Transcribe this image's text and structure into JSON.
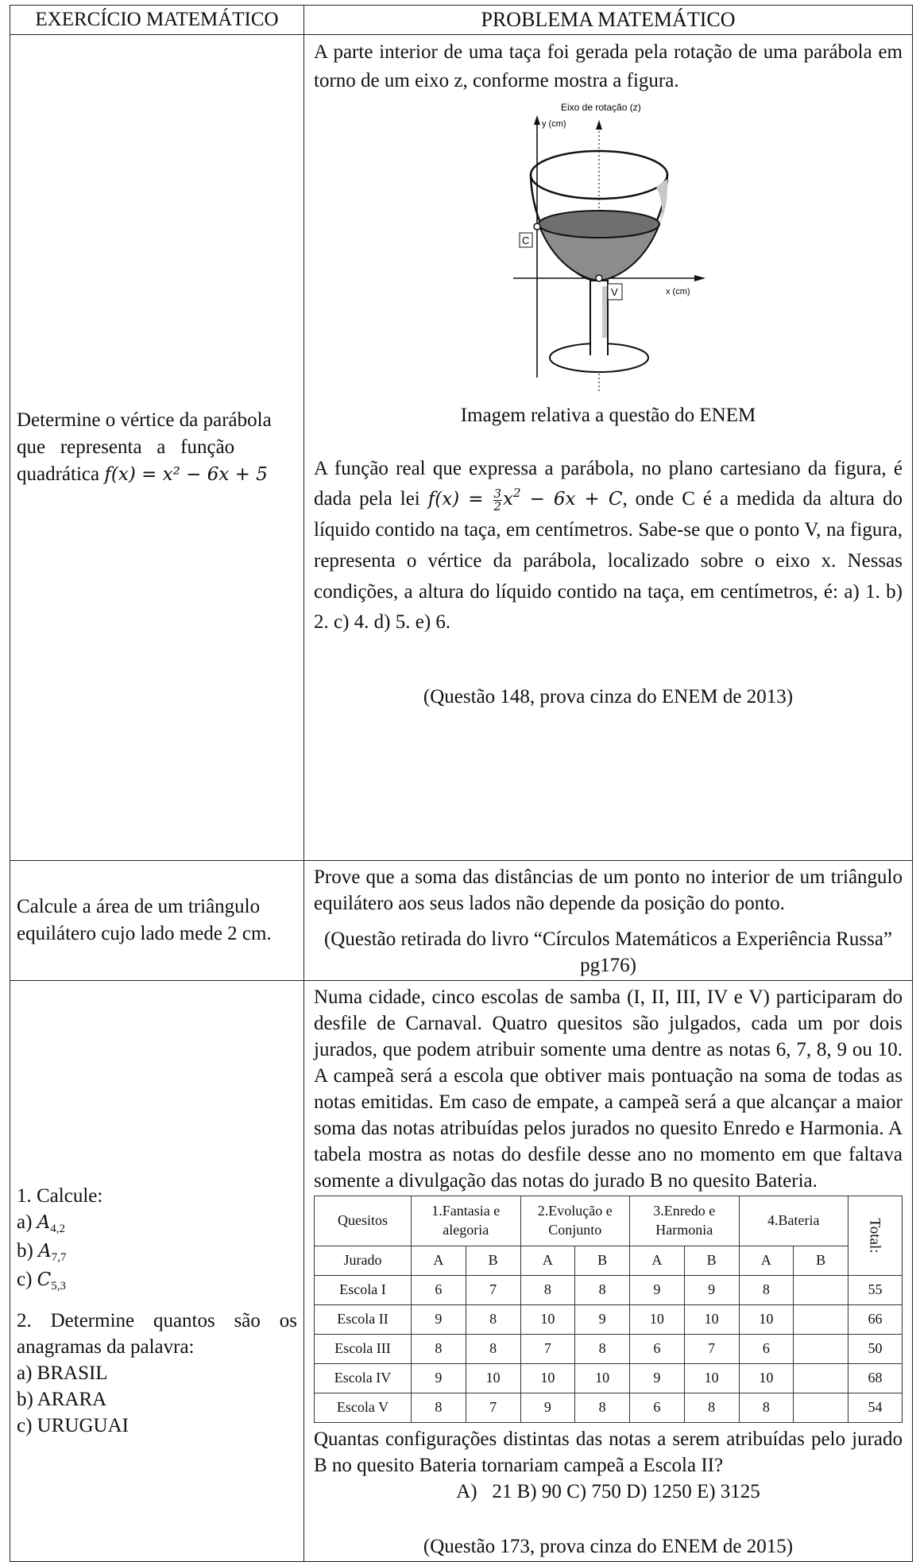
{
  "header": {
    "left": "EXERCÍCIO MATEMÁTICO",
    "right": "PROBLEMA MATEMÁTICO"
  },
  "row1": {
    "left_line1": "Determine o vértice da parábola",
    "left_line2": "que   representa   a   função",
    "left_line3_prefix": "quadrática ",
    "left_formula": "f(x) = x² − 6x + 5",
    "intro": "A parte interior de uma taça foi gerada pela rotação de uma parábola em torno de um eixo z, conforme mostra a figura.",
    "figure": {
      "axis_z_label": "Eixo de rotação (z)",
      "y_label": "y (cm)",
      "x_label": "x (cm)",
      "point_c": "C",
      "point_v": "V"
    },
    "caption": "Imagem relativa a questão do ENEM",
    "text_a": "A função real que expressa a parábola, no plano cartesiano da figura, é dada pela lei ",
    "formula": "f(x) = 3/2 x² − 6x + C",
    "text_b": ", onde C é a medida da altura do líquido contido na taça, em centímetros. Sabe-se que o ponto V, na figura, representa o vértice da parábola, localizado sobre o eixo x. Nessas condições, a altura do líquido contido na taça, em centímetros, é:  a) 1.  b) 2.  c) 4.  d) 5.  e) 6.",
    "source": "(Questão 148, prova cinza do ENEM de 2013)"
  },
  "row2": {
    "left": "Calcule a área de um triângulo equilátero cujo lado mede 2 cm.",
    "right": "Prove que a soma das distâncias de um ponto no interior de um triângulo equilátero aos seus lados não depende da posição do ponto.",
    "source": "(Questão retirada do livro “Círculos Matemáticos a Experiência Russa” pg176)"
  },
  "row3": {
    "left": {
      "item1": "1. Calcule:",
      "a": "a) ",
      "a_math": "A",
      "a_sub": "4,2",
      "b": "b) ",
      "b_math": "A",
      "b_sub": "7,7",
      "c": "c) ",
      "c_math": "C",
      "c_sub": "5,3",
      "item2": "2. Determine quantos são os anagramas da palavra:",
      "w1": "a) BRASIL",
      "w2": "b) ARARA",
      "w3": "c) URUGUAI"
    },
    "intro": "Numa cidade, cinco escolas de samba (I, II, III, IV e V) participaram do desfile de Carnaval. Quatro quesitos são julgados, cada um por dois jurados, que podem atribuir somente uma dentre as notas 6, 7, 8, 9 ou 10. A campeã será a escola que obtiver mais pontuação na soma de todas as notas emitidas. Em caso de empate, a campeã será a que alcançar a maior soma das notas atribuídas pelos jurados no quesito Enredo e Harmonia. A tabela mostra as notas do desfile desse ano no momento em que faltava somente a divulgação das notas do jurado B no quesito Bateria.",
    "table": {
      "h_quesitos": "Quesitos",
      "h1": "1.Fantasia e alegoria",
      "h2": "2.Evolução e Conjunto",
      "h3": "3.Enredo e Harmonia",
      "h4": "4.Bateria",
      "h_total": "Total:",
      "jurado": "Jurado",
      "a": "A",
      "b": "B",
      "rows": [
        {
          "escola": "Escola I",
          "vals": [
            "6",
            "7",
            "8",
            "8",
            "9",
            "9",
            "8",
            ""
          ],
          "total": "55"
        },
        {
          "escola": "Escola II",
          "vals": [
            "9",
            "8",
            "10",
            "9",
            "10",
            "10",
            "10",
            ""
          ],
          "total": "66"
        },
        {
          "escola": "Escola III",
          "vals": [
            "8",
            "8",
            "7",
            "8",
            "6",
            "7",
            "6",
            ""
          ],
          "total": "50"
        },
        {
          "escola": "Escola IV",
          "vals": [
            "9",
            "10",
            "10",
            "10",
            "9",
            "10",
            "10",
            ""
          ],
          "total": "68"
        },
        {
          "escola": "Escola V",
          "vals": [
            "8",
            "7",
            "9",
            "8",
            "6",
            "8",
            "8",
            ""
          ],
          "total": "54"
        }
      ]
    },
    "question": "Quantas configurações distintas das notas a serem atribuídas pelo jurado B no quesito Bateria tornariam campeã a Escola II?",
    "options": "A)   21 B) 90 C) 750 D) 1250 E) 3125",
    "source": "(Questão 173, prova cinza do ENEM de 2015)"
  }
}
